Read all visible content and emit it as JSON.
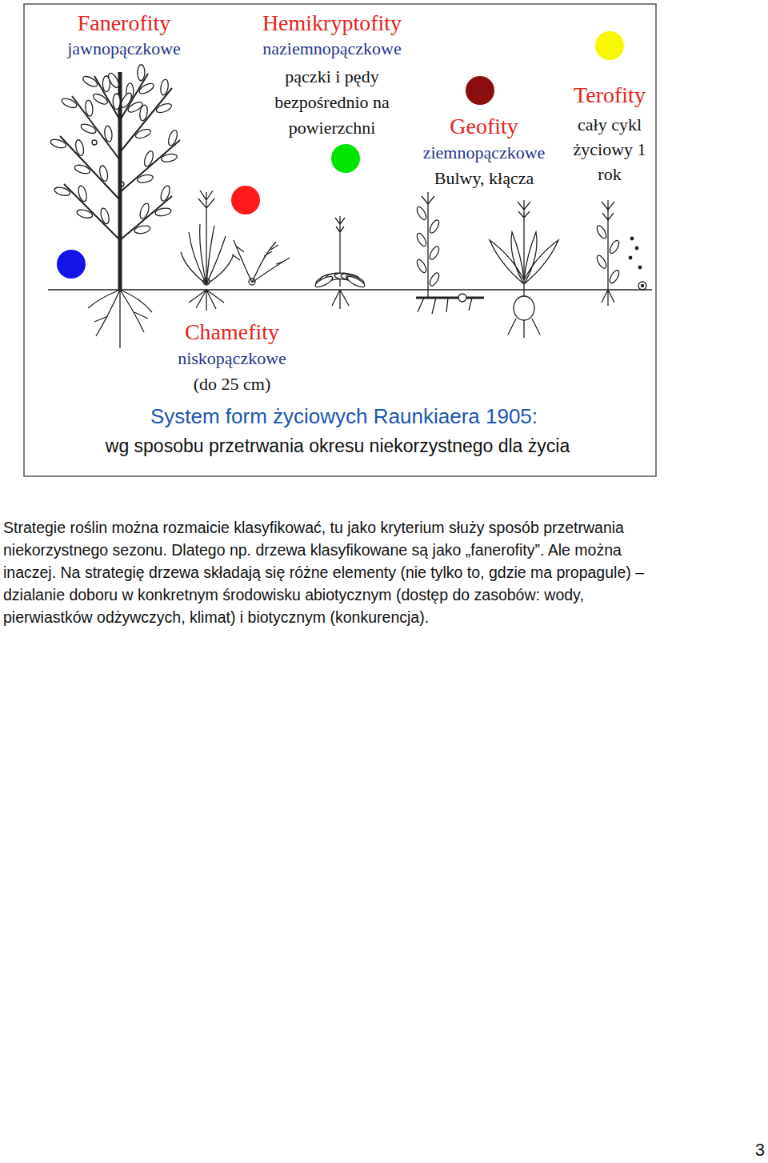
{
  "diagram": {
    "title": "System form życiowych Raunkiaera 1905:",
    "labels": [
      "Fanerofity",
      "jawnopączkowe",
      "Hemikryptofity",
      "naziemnopączkowe",
      "pączki i pędy bezpośrednio na powierzchni",
      "Terofity",
      "Geofity",
      "cały cykl życiowy 1 rok",
      "ziemnopączkowe",
      "Bulwy, kłącza",
      "Chamefity",
      "niskopączkowe",
      "(do 25 cm)",
      "wg sposobu przetrwania okresu niekorzystnego dla życia",
      "Strategie roślin można rozmaicie klasyfikować, tu jako kryterium służy sposób przetrwania niekorzystnego sezonu. Dlatego np. drzewa klasyfikowane są jako „fanerofity”. Ale można inaczej. Na strategię drzewa składają się różne elementy (nie tylko to, gdzie ma propagule) – dzialanie doboru w konkretnym środowisku abiotycznym (dostęp do zasobów: wody, pierwiastków odżywczych, klimat) i biotycznym (konkurencja).",
      "3"
    ]
  }
}
